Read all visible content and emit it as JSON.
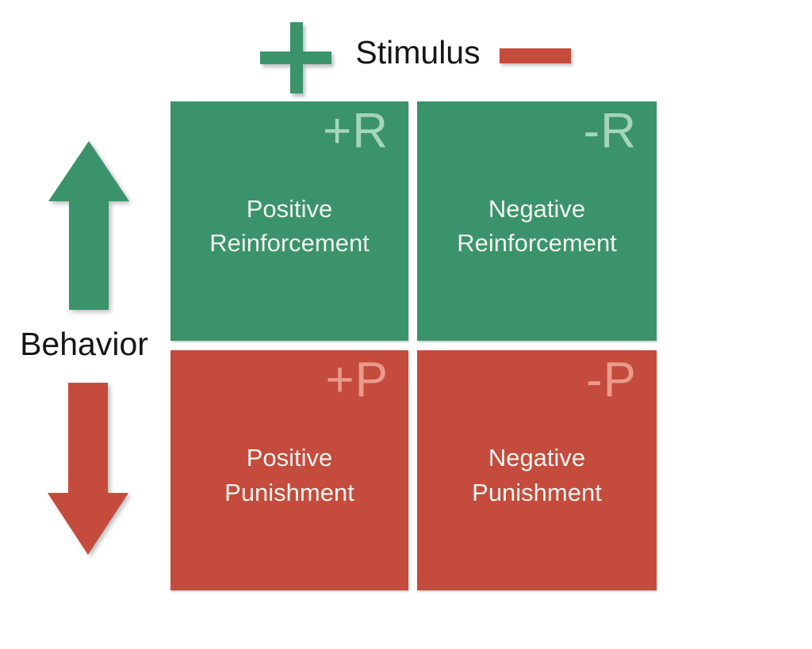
{
  "colors": {
    "green": "#3b936b",
    "red": "#c54b3c",
    "light_green": "#a5d5bc",
    "light_red": "#e99a8b",
    "ink": "#161616",
    "quadrant_text": "#f1f4f1"
  },
  "header": {
    "stimulus_label": "Stimulus",
    "plus_icon": "green-plus",
    "minus_icon": "red-minus"
  },
  "left_axis": {
    "behavior_label": "Behavior",
    "up_arrow_icon": "green-arrow-up",
    "down_arrow_icon": "red-arrow-down"
  },
  "quadrants": [
    {
      "code": "+R",
      "label": "Positive Reinforcement",
      "tone": "green"
    },
    {
      "code": "-R",
      "label": "Negative Reinforcement",
      "tone": "green"
    },
    {
      "code": "+P",
      "label": "Positive Punishment",
      "tone": "red"
    },
    {
      "code": "-P",
      "label": "Negative Punishment",
      "tone": "red"
    }
  ]
}
